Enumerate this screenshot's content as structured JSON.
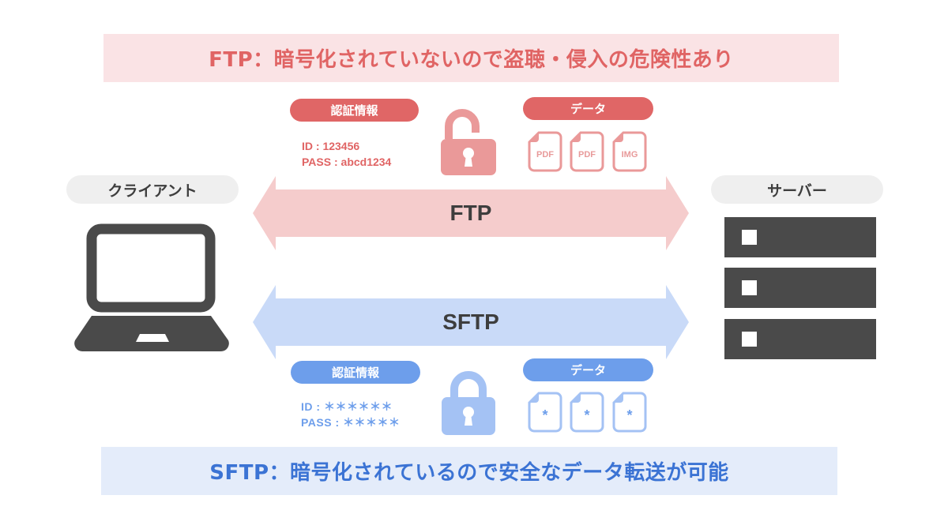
{
  "banners": {
    "ftp": "FTP：暗号化されていないので盗聴・侵入の危険性あり",
    "sftp": "SFTP：暗号化されているので安全なデータ転送が可能"
  },
  "nodes": {
    "client": "クライアント",
    "server": "サーバー"
  },
  "ftp": {
    "protocol_label": "FTP",
    "credentials_label": "認証情報",
    "data_label": "データ",
    "id_line": "ID : 123456",
    "pass_line": "PASS : abcd1234",
    "lock_state": "unlocked",
    "files": [
      {
        "label": "PDF"
      },
      {
        "label": "PDF"
      },
      {
        "label": "IMG"
      }
    ]
  },
  "sftp": {
    "protocol_label": "SFTP",
    "credentials_label": "認証情報",
    "data_label": "データ",
    "id_line": "ID : ＊＊＊＊＊＊",
    "pass_line": "PASS : ＊＊＊＊＊",
    "lock_state": "locked",
    "files": [
      {
        "label": "*"
      },
      {
        "label": "*"
      },
      {
        "label": "*"
      }
    ]
  },
  "colors": {
    "ftp_accent": "#e06666",
    "ftp_arrow": "#f5cccc",
    "ftp_lock": "#ea9999",
    "sftp_accent": "#6d9eeb",
    "sftp_arrow": "#c9daf8",
    "sftp_lock": "#a4c2f4",
    "device": "#4a4a4a"
  }
}
